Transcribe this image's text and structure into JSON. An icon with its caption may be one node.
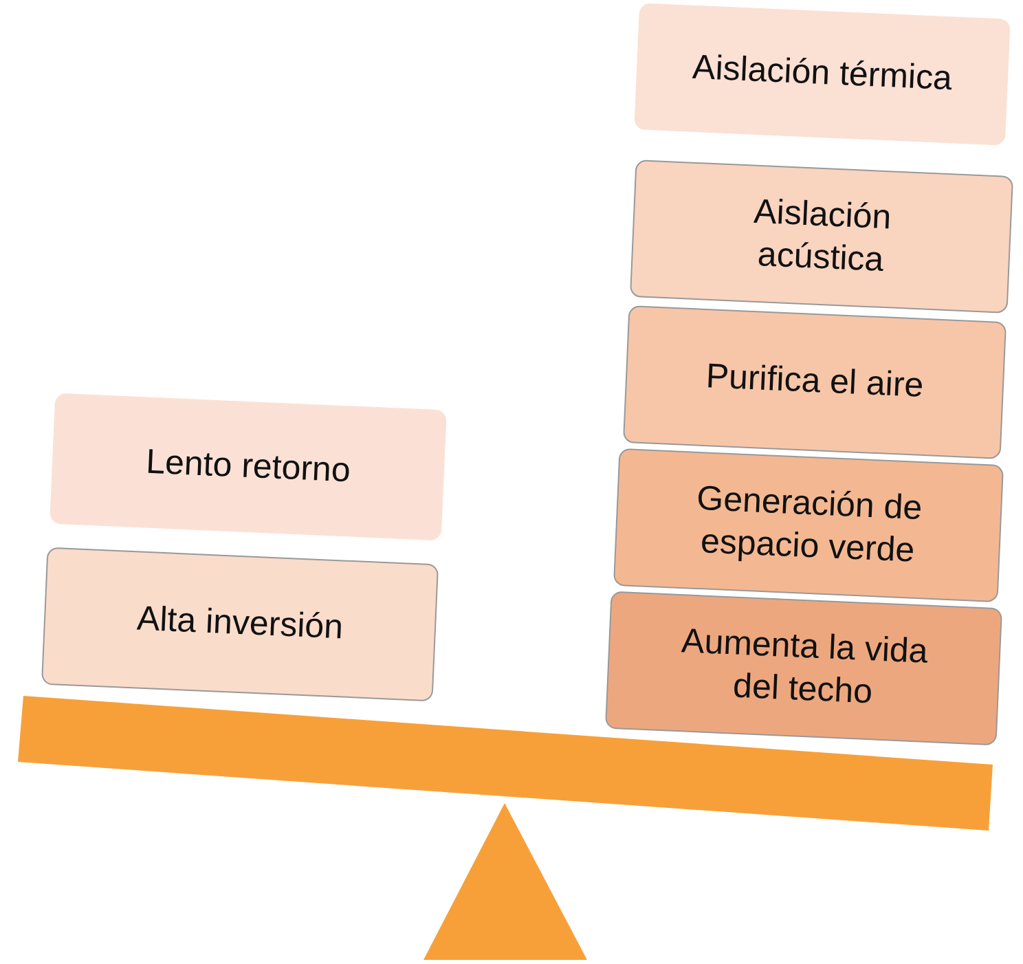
{
  "diagram": {
    "nodes": [
      {
        "text": [
          "Aislación térmica"
        ]
      },
      {
        "text": [
          "Aislación  acústica"
        ]
      },
      {
        "text": [
          "Purifica el aire"
        ]
      },
      {
        "text": [
          "Generación de espacio verde"
        ]
      },
      {
        "text": [
          "Aumenta la vida del techo"
        ]
      },
      {
        "text": [
          "Lento retorno"
        ]
      },
      {
        "text": [
          "Alta inversión"
        ]
      }
    ]
  }
}
